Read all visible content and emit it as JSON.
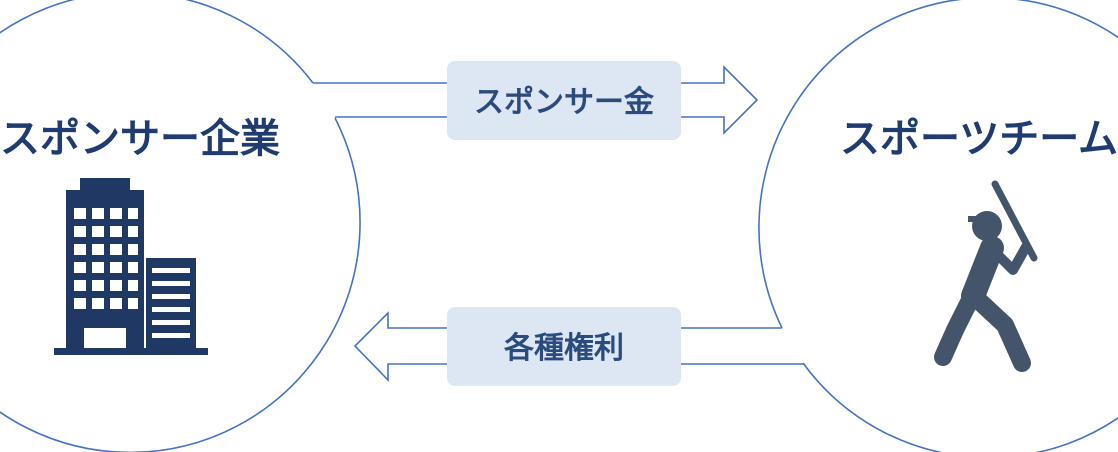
{
  "left_entity": {
    "title": "スポンサー企業",
    "icon": "office-building-icon"
  },
  "right_entity": {
    "title": "スポーツチーム",
    "icon": "baseball-batter-icon"
  },
  "flows": {
    "top": {
      "label": "スポンサー金",
      "direction": "left-to-right"
    },
    "bottom": {
      "label": "各種権利",
      "direction": "right-to-left"
    }
  },
  "colors": {
    "circle_stroke": "#4472c4",
    "arrow_stroke": "#4472c4",
    "title_text": "#1f3b70",
    "label_box": "#dde7f4",
    "label_text": "#2b4a7e",
    "building": "#1f3864",
    "batter": "#44546a"
  }
}
